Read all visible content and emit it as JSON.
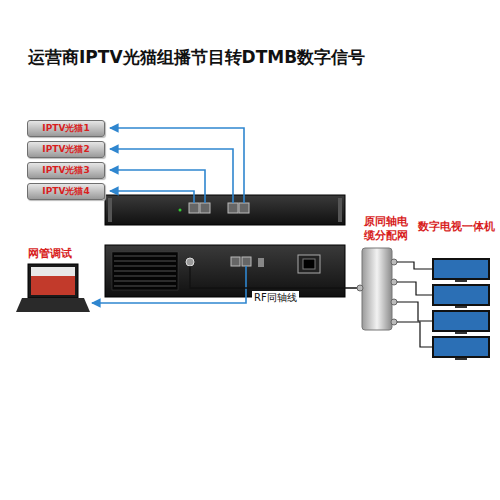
{
  "diagram": {
    "title": "运营商IPTV光猫组播节目转DTMB数字信号",
    "nodes": [
      {
        "text": [
          "IPTV光猫1"
        ]
      },
      {
        "text": [
          "IPTV光猫2"
        ]
      },
      {
        "text": [
          "IPTV光猫3"
        ]
      },
      {
        "text": [
          "IPTV光猫4"
        ]
      },
      {
        "text": [
          "网管调试"
        ]
      },
      {
        "text": [
          "原同轴电缆分配网"
        ]
      },
      {
        "text": [
          "数字电视一体机"
        ]
      }
    ],
    "labels": [
      "RF同轴线"
    ]
  }
}
